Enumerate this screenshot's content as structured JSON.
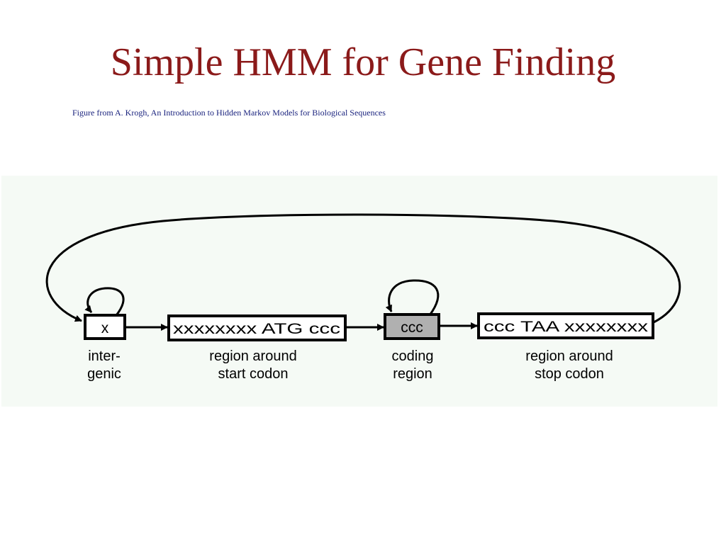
{
  "slide": {
    "title": "Simple HMM for Gene Finding",
    "caption": "Figure from A. Krogh, An Introduction to Hidden Markov Models for Biological Sequences"
  },
  "diagram": {
    "states": [
      {
        "text": "x",
        "label_line1": "inter-",
        "label_line2": "genic",
        "fill": "#ffffff"
      },
      {
        "text": "xxxxxxxx ATG ccc",
        "label_line1": "region around",
        "label_line2": "start codon",
        "fill": "#ffffff"
      },
      {
        "text": "ccc",
        "label_line1": "coding",
        "label_line2": "region",
        "fill": "#b0b0b0"
      },
      {
        "text": "ccc TAA xxxxxxxx",
        "label_line1": "region around",
        "label_line2": "stop codon",
        "fill": "#ffffff"
      }
    ],
    "colors": {
      "title": "#8b1a1a",
      "caption": "#1a237e",
      "panel": "#f5faf5",
      "stroke": "#000000"
    }
  }
}
